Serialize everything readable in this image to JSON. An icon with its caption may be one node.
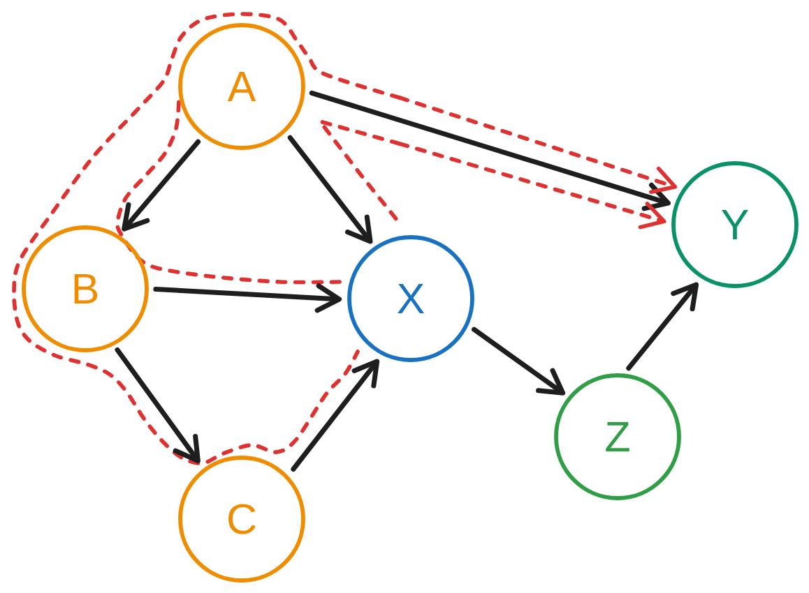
{
  "diagram": {
    "nodes": [
      {
        "text": [],
        "shape": "blob"
      },
      {
        "text": [
          "A"
        ],
        "in": 0
      },
      {
        "text": [
          "B"
        ],
        "in": 0
      },
      {
        "text": [
          "C"
        ]
      },
      {
        "text": [
          "X"
        ]
      },
      {
        "text": [
          "Y"
        ]
      },
      {
        "text": [
          "Z"
        ]
      }
    ],
    "edges": [
      {
        "from": 1,
        "to": 2,
        "arrow": "to"
      },
      {
        "from": 1,
        "to": 4,
        "arrow": "to"
      },
      {
        "from": 1,
        "to": 5,
        "arrow": "to"
      },
      {
        "from": 2,
        "to": 4,
        "arrow": "to"
      },
      {
        "from": 2,
        "to": 3,
        "arrow": "to"
      },
      {
        "from": 3,
        "to": 4,
        "arrow": "to"
      },
      {
        "from": 4,
        "to": 6,
        "arrow": "to"
      },
      {
        "from": 6,
        "to": 5,
        "arrow": "to"
      },
      {
        "from": 0,
        "to": 5,
        "arrow": "to",
        "style": "dashed",
        "color": "#e03131"
      },
      {
        "from": 0,
        "to": 5,
        "arrow": "to",
        "style": "dashed",
        "color": "#e03131"
      }
    ]
  }
}
